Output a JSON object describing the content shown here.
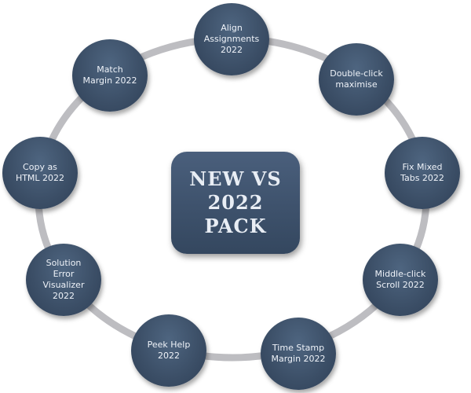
{
  "center_label": "NEW VS\n2022\nPACK",
  "nodes": [
    {
      "label": "Align\nAssignments\n2022"
    },
    {
      "label": "Double-click\nmaximise"
    },
    {
      "label": "Fix Mixed\nTabs 2022"
    },
    {
      "label": "Middle-click\nScroll 2022"
    },
    {
      "label": "Time Stamp\nMargin 2022"
    },
    {
      "label": "Peek Help\n2022"
    },
    {
      "label": "Solution\nError\nVisualizer\n2022"
    },
    {
      "label": "Copy as\nHTML 2022"
    },
    {
      "label": "Match\nMargin 2022"
    }
  ],
  "colors": {
    "node": "#3b4e66",
    "ring": "#b8b8bc"
  }
}
